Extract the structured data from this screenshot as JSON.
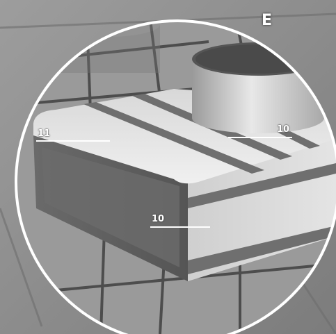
{
  "panel_label": "E",
  "callouts": [
    {
      "id": "11",
      "label": "11"
    },
    {
      "id": "10a",
      "label": "10"
    },
    {
      "id": "10b",
      "label": "10"
    }
  ],
  "colors": {
    "background": "#8c8c8c",
    "lens_ring": "#ffffff",
    "block_top_light": "#e6e6e6",
    "block_stripe": "#6f6f6f",
    "block_front_dark": "#5f5f5f",
    "leader_line": "#ffffff"
  }
}
